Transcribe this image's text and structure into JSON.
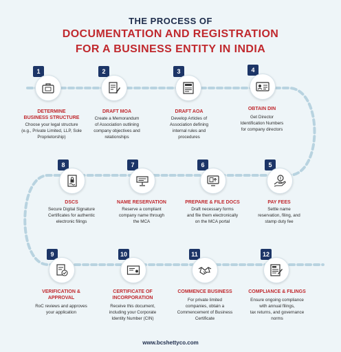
{
  "header": {
    "line1": "THE PROCESS OF",
    "line2": "DOCUMENTATION AND REGISTRATION",
    "line3": "FOR A BUSINESS ENTITY IN INDIA"
  },
  "colors": {
    "accent": "#c0282d",
    "navy": "#1c3567",
    "path": "#b8d3e0",
    "background": "#eef5f8"
  },
  "steps": [
    {
      "num": "1",
      "icon": "ltd-briefcase-icon",
      "title1": "DETERMINE",
      "title2": "BUSINESS STRUCTURE",
      "d1": "Choose your legal structure",
      "d2": "(e.g., Private Limited, LLP, Sole",
      "d3": "Proprietorship)",
      "d4": ""
    },
    {
      "num": "2",
      "icon": "document-pen-icon",
      "title1": "DRAFT MOA",
      "title2": "",
      "d1": "Create a Memorandum",
      "d2": "of Association outlining",
      "d3": "company objectives and",
      "d4": "relationships"
    },
    {
      "num": "3",
      "icon": "articles-document-icon",
      "title1": "DRAFT AOA",
      "title2": "",
      "d1": "Develop Articles of",
      "d2": "Association defining",
      "d3": "internal rules and",
      "d4": "procedures"
    },
    {
      "num": "4",
      "icon": "id-card-icon",
      "title1": "OBTAIN DIN",
      "title2": "",
      "d1": "Get Director",
      "d2": "Identification Numbers",
      "d3": "for company directors",
      "d4": ""
    },
    {
      "num": "5",
      "icon": "hand-coin-icon",
      "title1": "PAY FEES",
      "title2": "",
      "d1": "Settle name",
      "d2": "reservation, filing, and",
      "d3": "stamp duty fee",
      "d4": ""
    },
    {
      "num": "6",
      "icon": "file-upload-icon",
      "title1": "PREPARE & FILE DOCS",
      "title2": "",
      "d1": "Draft necessary forms",
      "d2": "and file them electronically",
      "d3": "on the MCA portal",
      "d4": ""
    },
    {
      "num": "7",
      "icon": "name-reservation-icon",
      "title1": "NAME RESERVATION",
      "title2": "",
      "d1": "Reserve a compliant",
      "d2": "company name through",
      "d3": "the MCA",
      "d4": ""
    },
    {
      "num": "8",
      "icon": "digital-signature-icon",
      "title1": "DSCS",
      "title2": "",
      "d1": "Secure Digital Signature",
      "d2": "Certificates for authentic",
      "d3": "electronic filings",
      "d4": ""
    },
    {
      "num": "9",
      "icon": "verification-icon",
      "title1": "VERIFICATION &",
      "title2": "APPROVAL",
      "d1": "RoC reviews and approves",
      "d2": "your application",
      "d3": "",
      "d4": ""
    },
    {
      "num": "10",
      "icon": "certificate-icon",
      "title1": "CERTIFICATE OF",
      "title2": "INCORPORATION",
      "d1": "Receive this document,",
      "d2": "including your Corporate",
      "d3": "Identity Number (CIN)",
      "d4": ""
    },
    {
      "num": "11",
      "icon": "handshake-icon",
      "title1": "COMMENCE BUSINESS",
      "title2": "",
      "d1": "For private limited",
      "d2": "companies, obtain a",
      "d3": "Commencement of Business",
      "d4": "Certificate"
    },
    {
      "num": "12",
      "icon": "compliance-checklist-icon",
      "title1": "COMPLIANCE & FILINGS",
      "title2": "",
      "d1": "Ensure ongoing compliance",
      "d2": "with annual filings,",
      "d3": "tax returns, and governance",
      "d4": "norms"
    }
  ],
  "footer": {
    "url": "www.bcshettyco.com"
  }
}
